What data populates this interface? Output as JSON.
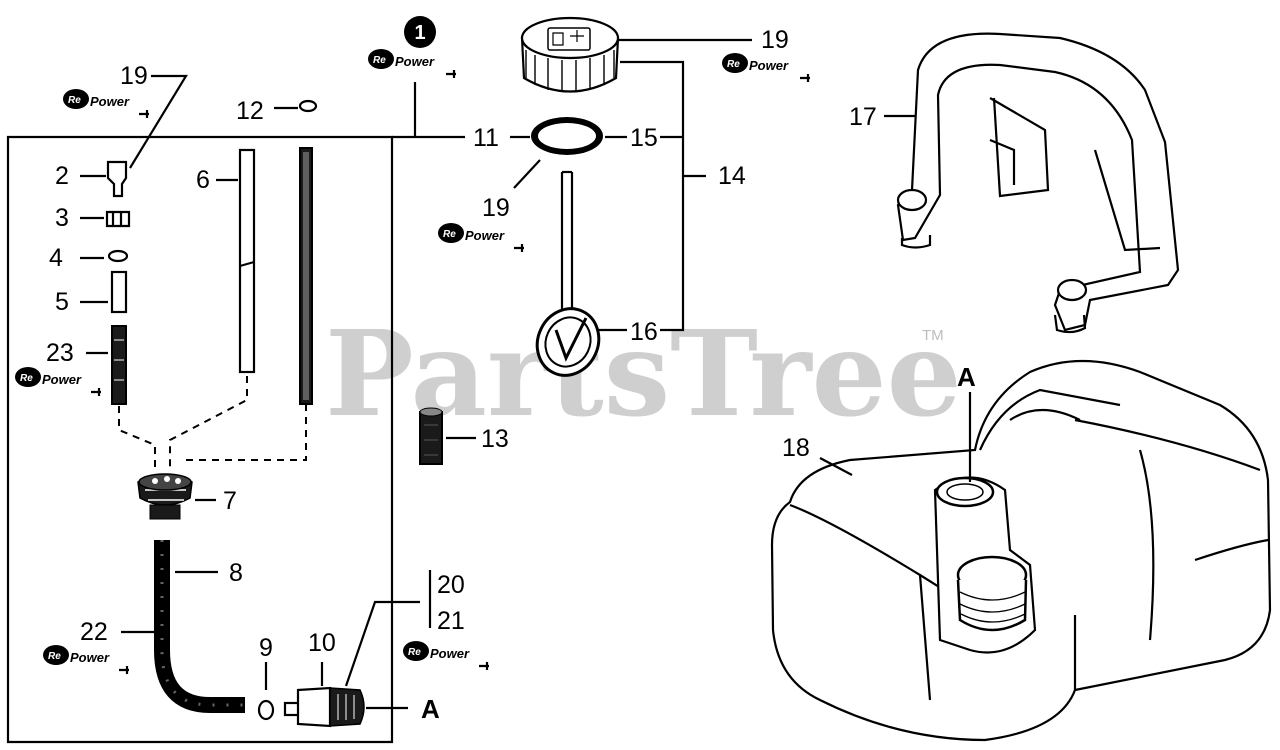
{
  "watermark": {
    "text": "PartsTree",
    "trademark": "TM"
  },
  "badge": {
    "number": "1"
  },
  "repower": {
    "prefix": "Re",
    "label": "Power"
  },
  "callouts": {
    "c2": "2",
    "c3": "3",
    "c4": "4",
    "c5": "5",
    "c6": "6",
    "c7": "7",
    "c8": "8",
    "c9": "9",
    "c10": "10",
    "c11": "11",
    "c12": "12",
    "c13": "13",
    "c14": "14",
    "c15": "15",
    "c16": "16",
    "c17": "17",
    "c18": "18",
    "c19a": "19",
    "c19b": "19",
    "c19c": "19",
    "c20": "20",
    "c21": "21",
    "c22": "22",
    "c23": "23"
  },
  "refs": {
    "refA_left": "A",
    "refA_right": "A"
  },
  "icons": {
    "badge": "numbered-circle-icon",
    "repower_logo": "repower-logo-icon"
  },
  "colors": {
    "line": "#000000",
    "background": "#ffffff",
    "watermark": "#cfcfcf"
  }
}
